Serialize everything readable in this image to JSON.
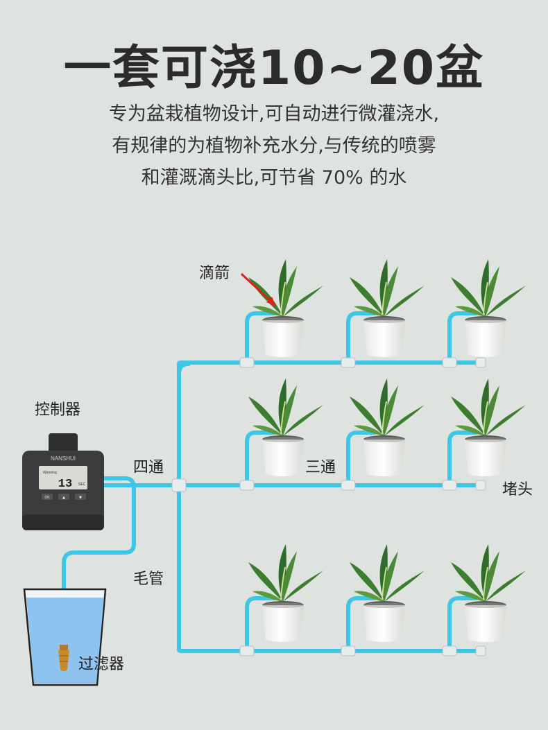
{
  "headline": "一套可浇10~20盆",
  "description": [
    "专为盆栽植物设计,可自动进行微灌浇水,",
    "有规律的为植物补充水分,与传统的喷雾",
    "和灌溉滴头比,可节省 70% 的水"
  ],
  "labels": {
    "drip_arrow": "滴箭",
    "controller": "控制器",
    "four_way": "四通",
    "three_way": "三通",
    "end_plug": "堵头",
    "capillary_tube": "毛管",
    "filter": "过滤器"
  },
  "controller": {
    "brand": "NANSHUI",
    "display_value": "13",
    "display_unit": "SEC",
    "display_mode": "Watering",
    "buttons": [
      "OK",
      "▲",
      "▼"
    ]
  },
  "colors": {
    "background": "#dfe3df",
    "tube": "#3ec6e6",
    "water": "#8fc3ef",
    "pot": "#f4f4f2",
    "leaf": "#2f6b2a",
    "arrow": "#e0201c"
  }
}
